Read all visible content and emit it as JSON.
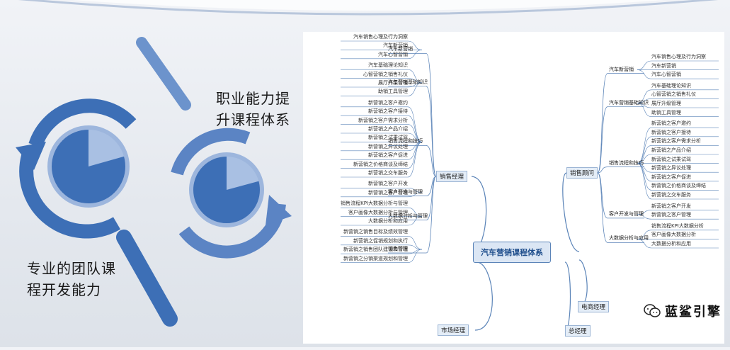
{
  "left": {
    "label_top": "职业能力提升课程体系",
    "label_top_lines": [
      "职业能力提",
      "升课程体系"
    ],
    "label_bottom_lines": [
      "专业的团队课",
      "程开发能力"
    ]
  },
  "mindmap": {
    "center": "汽车营销课程体系",
    "left_branches": [
      {
        "name": "销售经理",
        "mids": [
          {
            "name": "汽车新营销",
            "leaves": [
              "汽车销售心理及行为洞察",
              "汽车新营销",
              "汽车心智营销"
            ]
          },
          {
            "name": "汽车营销基础知识",
            "leaves": [
              "汽车基础理论知识",
              "心智营销之销售礼仪",
              "展厅升级管理",
              "助销工具管理"
            ]
          },
          {
            "name": "销售流程和技巧",
            "leaves": [
              "新营销之客户邀约",
              "新营销之客户接待",
              "新营销之客户需求分析",
              "新营销之产品介绍",
              "新营销之试乘试驾",
              "新营销之异议处理",
              "新营销之客户促进",
              "新营销之价格商谈及缔结",
              "新营销之交车服务"
            ]
          },
          {
            "name": "客户开发与管理",
            "leaves": [
              "新营销之客户开发",
              "新营销之客户管理"
            ]
          },
          {
            "name": "大数据分析与管理",
            "leaves": [
              "销售流程KPI大数据分析与管理",
              "客户画像大数据分析与管理",
              "大数据分析和应用"
            ]
          },
          {
            "name": "销售管理",
            "leaves": [
              "新营销之销售目标及绩效管理",
              "新营销之促销规划和执行",
              "新营销之销售团队建设和管理",
              "新营销之分销渠道规划和管理"
            ]
          }
        ]
      },
      {
        "name": "市场经理",
        "mids": []
      }
    ],
    "right_branches": [
      {
        "name": "销售顾问",
        "mids": [
          {
            "name": "汽车新营销",
            "leaves": [
              "汽车销售心理及行为洞察",
              "汽车新营销",
              "汽车心智营销"
            ]
          },
          {
            "name": "汽车营销基础知识",
            "leaves": [
              "汽车基础理论知识",
              "心智营销之销售礼仪",
              "展厅升级管理",
              "助销工具管理"
            ]
          },
          {
            "name": "销售流程和技巧",
            "leaves": [
              "新营销之客户邀约",
              "新营销之客户接待",
              "新营销之客户需求分析",
              "新营销之产品介绍",
              "新营销之试乘试驾",
              "新营销之异议处理",
              "新营销之客户促进",
              "新营销之价格商谈及缔结",
              "新营销之交车服务"
            ]
          },
          {
            "name": "客户开发与管理",
            "leaves": [
              "新营销之客户开发",
              "新营销之客户管理"
            ]
          },
          {
            "name": "大数据分析与应用",
            "leaves": [
              "销售流程KPI大数据分析",
              "客户画像大数据分析",
              "大数据分析和应用"
            ]
          }
        ]
      },
      {
        "name": "电商经理",
        "mids": []
      },
      {
        "name": "总经理",
        "mids": []
      }
    ]
  },
  "brand": {
    "text": "蓝鲨引擎",
    "icon": "wechat-icon"
  },
  "colors": {
    "accent": "#3d6fb6",
    "light": "#a9c0e3",
    "line": "#5b84b8"
  }
}
